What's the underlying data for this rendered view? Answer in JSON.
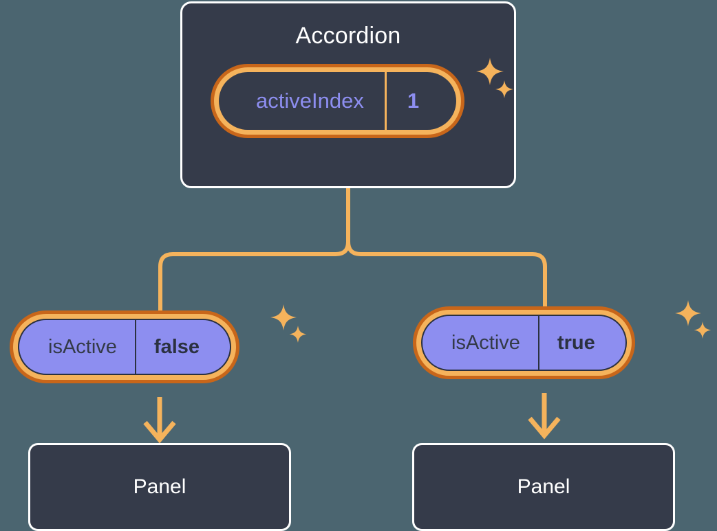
{
  "diagram": {
    "type": "component-state-tree",
    "background_color": "#4b6570",
    "accent_color": "#f5b35c",
    "accent_dark_color": "#c8661a",
    "state_value_color": "#8d8ef0",
    "card_color": "#353b4a"
  },
  "root": {
    "title": "Accordion",
    "state": {
      "key": "activeIndex",
      "value": "1"
    },
    "sparkle_icon": "sparkle-icon"
  },
  "children": [
    {
      "state": {
        "key": "isActive",
        "value": "false"
      },
      "panel": {
        "title": "Panel"
      },
      "sparkle_icon": "sparkle-icon"
    },
    {
      "state": {
        "key": "isActive",
        "value": "true"
      },
      "panel": {
        "title": "Panel"
      },
      "sparkle_icon": "sparkle-icon"
    }
  ]
}
